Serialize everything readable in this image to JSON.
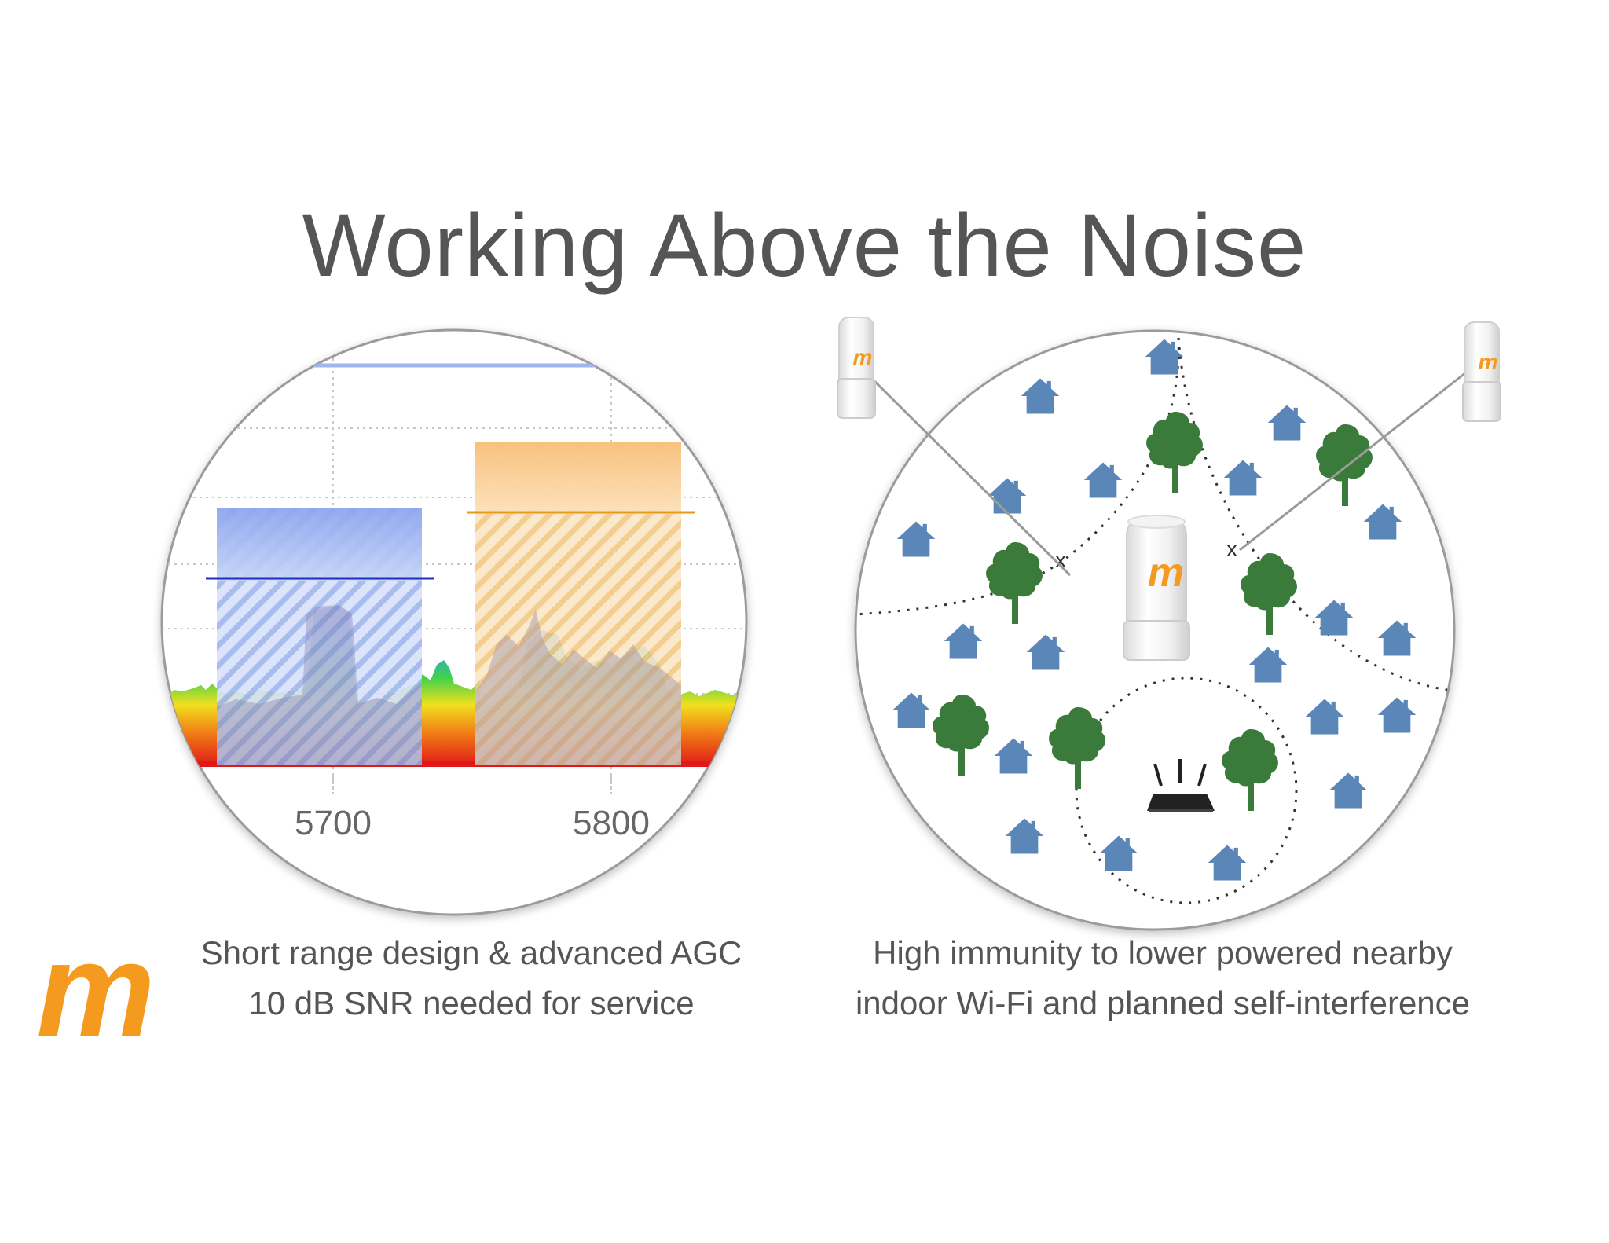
{
  "title": "Working Above the Noise",
  "colors": {
    "title_text": "#555555",
    "blue_band": "#8fa8ee",
    "orange_band": "#f8c77d",
    "house": "#5b87b8",
    "tree": "#3a7a3a",
    "logo": "#f39a1f"
  },
  "spectrum_panel": {
    "tick_labels": [
      "5700",
      "5800"
    ]
  },
  "left_caption": {
    "line1": "Short range design & advanced AGC",
    "line2": "10 dB SNR needed for service"
  },
  "right_caption": {
    "line1": "High immunity to lower powered nearby",
    "line2": "indoor Wi-Fi and planned self-interference"
  },
  "coverage_panel": {
    "link_blocked_marks": [
      "x",
      "x"
    ],
    "radio_logo_glyph": "m"
  },
  "brand": {
    "logo_glyph": "m"
  }
}
